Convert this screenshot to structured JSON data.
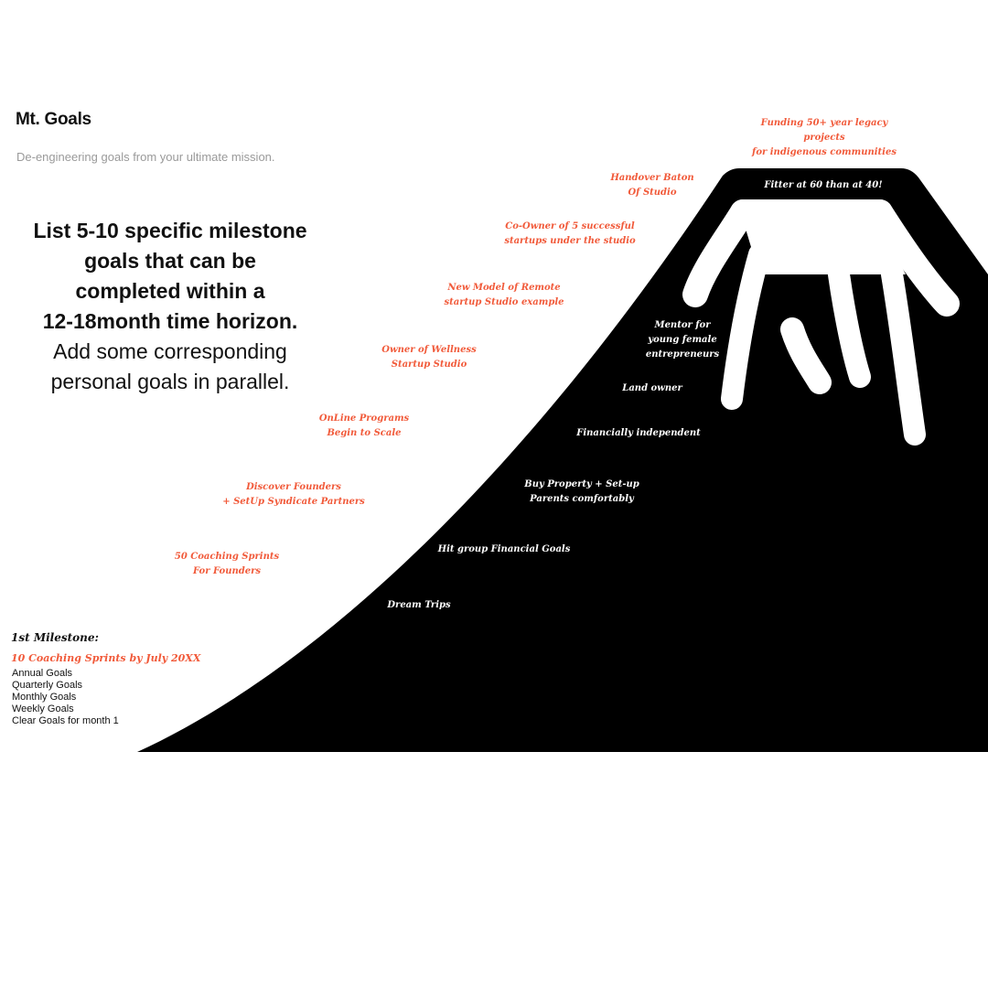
{
  "header": {
    "title": "Mt. Goals",
    "subtitle": "De-engineering goals from your ultimate mission."
  },
  "instructions": {
    "lines_bold": [
      "List 5-10 specific milestone",
      "goals that can be",
      "completed within a",
      "12-18month time horizon."
    ],
    "lines_light": [
      "Add some corresponding",
      "personal goals in parallel."
    ]
  },
  "colors": {
    "mountain": "#000000",
    "snow": "#ffffff",
    "career_goal_text": "#f15a3a",
    "personal_goal_text": "#ffffff"
  },
  "career_goals": [
    {
      "text": "Funding 50+ year legacy projects\nfor indigenous communities"
    },
    {
      "text": "Handover Baton\nOf Studio"
    },
    {
      "text": "Co-Owner of 5 successful\nstartups under the studio"
    },
    {
      "text": "New Model of Remote\nstartup Studio example"
    },
    {
      "text": "Owner of Wellness\nStartup Studio"
    },
    {
      "text": "OnLine Programs\nBegin to Scale"
    },
    {
      "text": "Discover Founders\n+ SetUp Syndicate Partners"
    },
    {
      "text": "50 Coaching Sprints\nFor Founders"
    }
  ],
  "personal_goals": [
    {
      "text": "Fitter at 60 than at 40!"
    },
    {
      "text": "Mentor for\nyoung female\nentrepreneurs"
    },
    {
      "text": "Land owner"
    },
    {
      "text": "Financially independent"
    },
    {
      "text": "Buy Property + Set-up\nParents comfortably"
    },
    {
      "text": "Hit group Financial Goals"
    },
    {
      "text": "Dream Trips"
    }
  ],
  "milestone": {
    "heading": "1st Milestone:",
    "goal": "10 Coaching Sprints by July 20XX",
    "breakdown": [
      "Annual Goals",
      "Quarterly Goals",
      "Monthly Goals",
      "Weekly Goals",
      "Clear Goals for month 1"
    ]
  }
}
